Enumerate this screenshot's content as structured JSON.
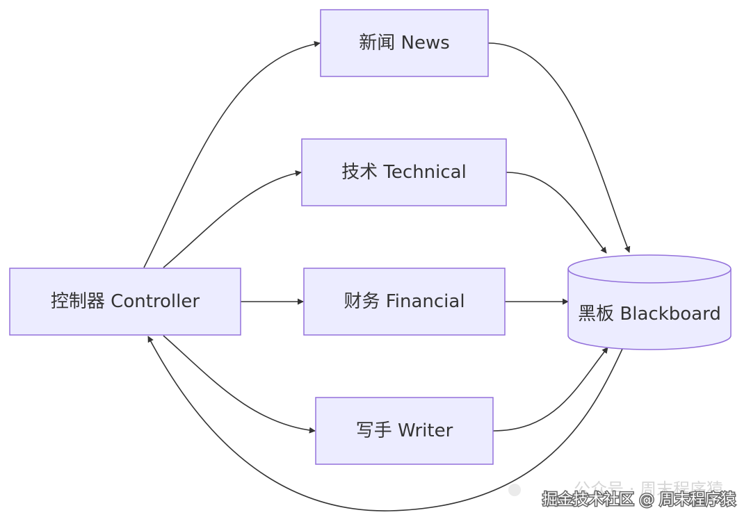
{
  "nodes": {
    "news": "新闻 News",
    "technical": "技术 Technical",
    "controller": "控制器 Controller",
    "financial": "财务 Financial",
    "writer": "写手 Writer",
    "blackboard": "黑板 Blackboard"
  },
  "edges": [
    {
      "from": "controller",
      "to": "news"
    },
    {
      "from": "controller",
      "to": "technical"
    },
    {
      "from": "controller",
      "to": "financial"
    },
    {
      "from": "controller",
      "to": "writer"
    },
    {
      "from": "news",
      "to": "blackboard"
    },
    {
      "from": "technical",
      "to": "blackboard"
    },
    {
      "from": "financial",
      "to": "blackboard"
    },
    {
      "from": "writer",
      "to": "blackboard"
    },
    {
      "from": "blackboard",
      "to": "controller"
    }
  ],
  "watermark": {
    "faint": "公众号 · 周末程序猿",
    "main": "掘金技术社区 @ 周末程序猿"
  },
  "colors": {
    "node_fill": "#ECECFF",
    "node_stroke": "#9370DB",
    "edge": "#333333"
  }
}
